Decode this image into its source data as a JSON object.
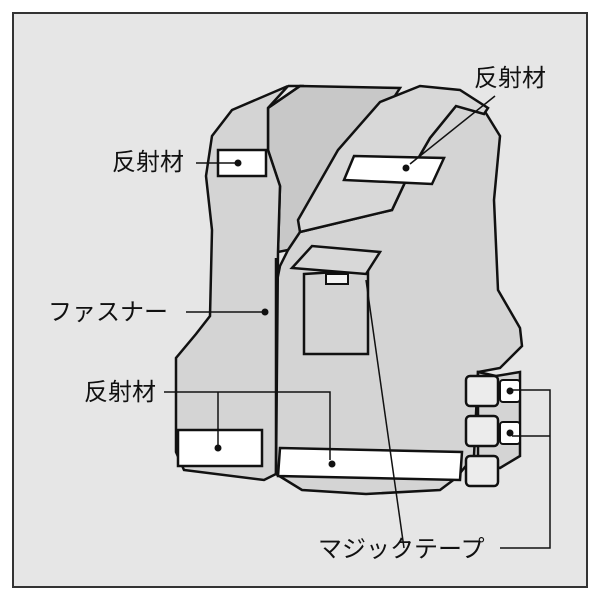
{
  "labels": {
    "reflector_top_right": "反射材",
    "reflector_left_shoulder": "反射材",
    "fastener": "ファスナー",
    "reflector_bottom": "反射材",
    "velcro": "マジックテープ"
  },
  "colors": {
    "background": "#e6e6e6",
    "vest_fill": "#d4d4d4",
    "reflector_fill": "#ffffff",
    "outline": "#111111"
  }
}
